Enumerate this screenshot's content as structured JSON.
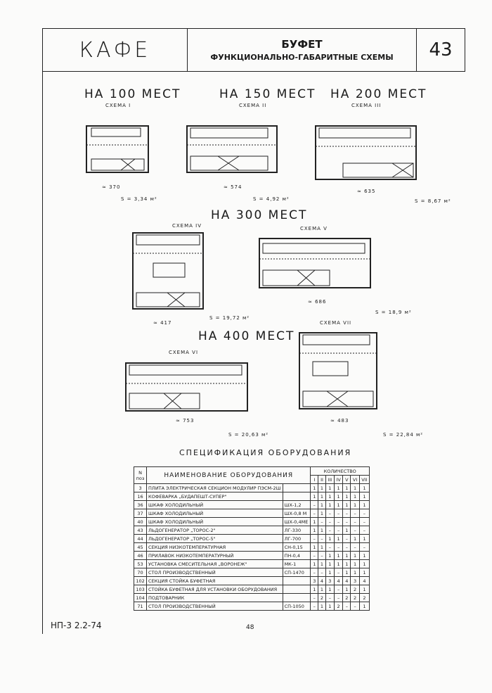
{
  "header": {
    "title_left": "КАФЕ",
    "title_main": "БУФЕТ",
    "subtitle": "ФУНКЦИОНАЛЬНО-ГАБАРИТНЫЕ СХЕМЫ",
    "sheet_number": "43"
  },
  "schemes": [
    {
      "group": "НА 100 МЕСТ",
      "name": "СХЕМА I",
      "width": "≈ 370",
      "area": "S = 3,34 м²"
    },
    {
      "group": "НА 150 МЕСТ",
      "name": "СХЕМА II",
      "width": "≈ 574",
      "area": "S = 4,92 м²"
    },
    {
      "group": "НА 200 МЕСТ",
      "name": "СХЕМА III",
      "width": "≈ 635",
      "area": "S = 8,67 м²"
    },
    {
      "name": "СХЕМА IV",
      "width": "≈ 417",
      "area": "S = 19,72 м²"
    },
    {
      "name": "СХЕМА V",
      "width": "≈ 686",
      "area": "S = 18,9 м²"
    },
    {
      "name": "СХЕМА VI",
      "width": "≈ 753",
      "area": "S = 20,63 м²"
    },
    {
      "name": "СХЕМА VII",
      "width": "≈ 483",
      "area": "S = 22,84 м²"
    }
  ],
  "group_300": "НА 300 МЕСТ",
  "group_400": "НА 400 МЕСТ",
  "spec": {
    "title": "СПЕЦИФИКАЦИЯ   ОБОРУДОВАНИЯ",
    "col_pos": "N поз",
    "col_name": "НАИМЕНОВАНИЕ ОБОРУДОВАНИЯ",
    "col_qty": "КОЛИЧЕСТВО",
    "schemes": [
      "I",
      "II",
      "III",
      "IV",
      "V",
      "VI",
      "VII"
    ],
    "rows": [
      {
        "pos": "3",
        "name": "ПЛИТА ЭЛЕКТРИЧЕСКАЯ СЕКЦИОН МОДУЛИР ПЭСМ-2Ш",
        "mark": "",
        "q": [
          "1",
          "1",
          "1",
          "1",
          "1",
          "1",
          "1"
        ]
      },
      {
        "pos": "16",
        "name": "КОФЕВАРКА „БУДАПЕШТ-СУПЕР\"",
        "mark": "",
        "q": [
          "1",
          "1",
          "1",
          "1",
          "1",
          "1",
          "1"
        ]
      },
      {
        "pos": "36",
        "name": "ШКАФ ХОЛОДИЛЬНЫЙ",
        "mark": "ШХ-1,2",
        "q": [
          "–",
          "1",
          "1",
          "1",
          "1",
          "1",
          "1"
        ]
      },
      {
        "pos": "37",
        "name": "ШКАФ ХОЛОДИЛЬНЫЙ",
        "mark": "ШХ-0,8 М",
        "q": [
          "–",
          "1",
          "–",
          "–",
          "–",
          "–",
          "–"
        ]
      },
      {
        "pos": "40",
        "name": "ШКАФ ХОЛОДИЛЬНЫЙ",
        "mark": "ШХ-0,4МЕ",
        "q": [
          "1",
          "–",
          "–",
          "–",
          "–",
          "–",
          "–"
        ]
      },
      {
        "pos": "43",
        "name": "ЛЬДОГЕНЕРАТОР „ТОРОС-2\"",
        "mark": "ЛГ-330",
        "q": [
          "1",
          "1",
          "–",
          "–",
          "1",
          "–",
          "–"
        ]
      },
      {
        "pos": "44",
        "name": "ЛЬДОГЕНЕРАТОР „ТОРОС-5\"",
        "mark": "ЛГ-700",
        "q": [
          "–",
          "–",
          "1",
          "1",
          "–",
          "1",
          "1"
        ]
      },
      {
        "pos": "45",
        "name": "СЕКЦИЯ НИЗКОТЕМПЕРАТУРНАЯ",
        "mark": "СН-0,15",
        "q": [
          "1",
          "1",
          "–",
          "–",
          "–",
          "–",
          "–"
        ]
      },
      {
        "pos": "46",
        "name": "ПРИЛАВОК НИЗКОТЕМПЕРАТУРНЫЙ",
        "mark": "ПН-0,4",
        "q": [
          "–",
          "–",
          "1",
          "1",
          "1",
          "1",
          "1"
        ]
      },
      {
        "pos": "53",
        "name": "УСТАНОВКА СМЕСИТЕЛЬНАЯ „ВОРОНЕЖ\"",
        "mark": "МК-1",
        "q": [
          "1",
          "1",
          "1",
          "1",
          "1",
          "1",
          "1"
        ]
      },
      {
        "pos": "70",
        "name": "СТОЛ ПРОИЗВОДСТВЕННЫЙ",
        "mark": "СП-1470",
        "q": [
          "–",
          "–",
          "1",
          "–",
          "1",
          "1",
          "1"
        ]
      },
      {
        "pos": "102",
        "name": "СЕКЦИЯ СТОЙКА БУФЕТНАЯ",
        "mark": "",
        "q": [
          "3",
          "4",
          "3",
          "4",
          "4",
          "3",
          "4"
        ]
      },
      {
        "pos": "103",
        "name": "СТОЙКА БУФЕТНАЯ ДЛЯ УСТАНОВКИ ОБОРУДОВАНИЯ",
        "mark": "",
        "q": [
          "1",
          "1",
          "1",
          "–",
          "1",
          "2",
          "1"
        ]
      },
      {
        "pos": "104",
        "name": "ПОДТОВАРНИК",
        "mark": "",
        "q": [
          "–",
          "2",
          "–",
          "–",
          "2",
          "2",
          "2"
        ]
      },
      {
        "pos": "71",
        "name": "СТОЛ ПРОИЗВОДСТВЕННЫЙ",
        "mark": "СП-1050",
        "q": [
          "–",
          "1",
          "1",
          "2",
          "–",
          "–",
          "1"
        ]
      }
    ]
  },
  "footer": {
    "code": "НП-3 2.2-74",
    "page": "48"
  }
}
